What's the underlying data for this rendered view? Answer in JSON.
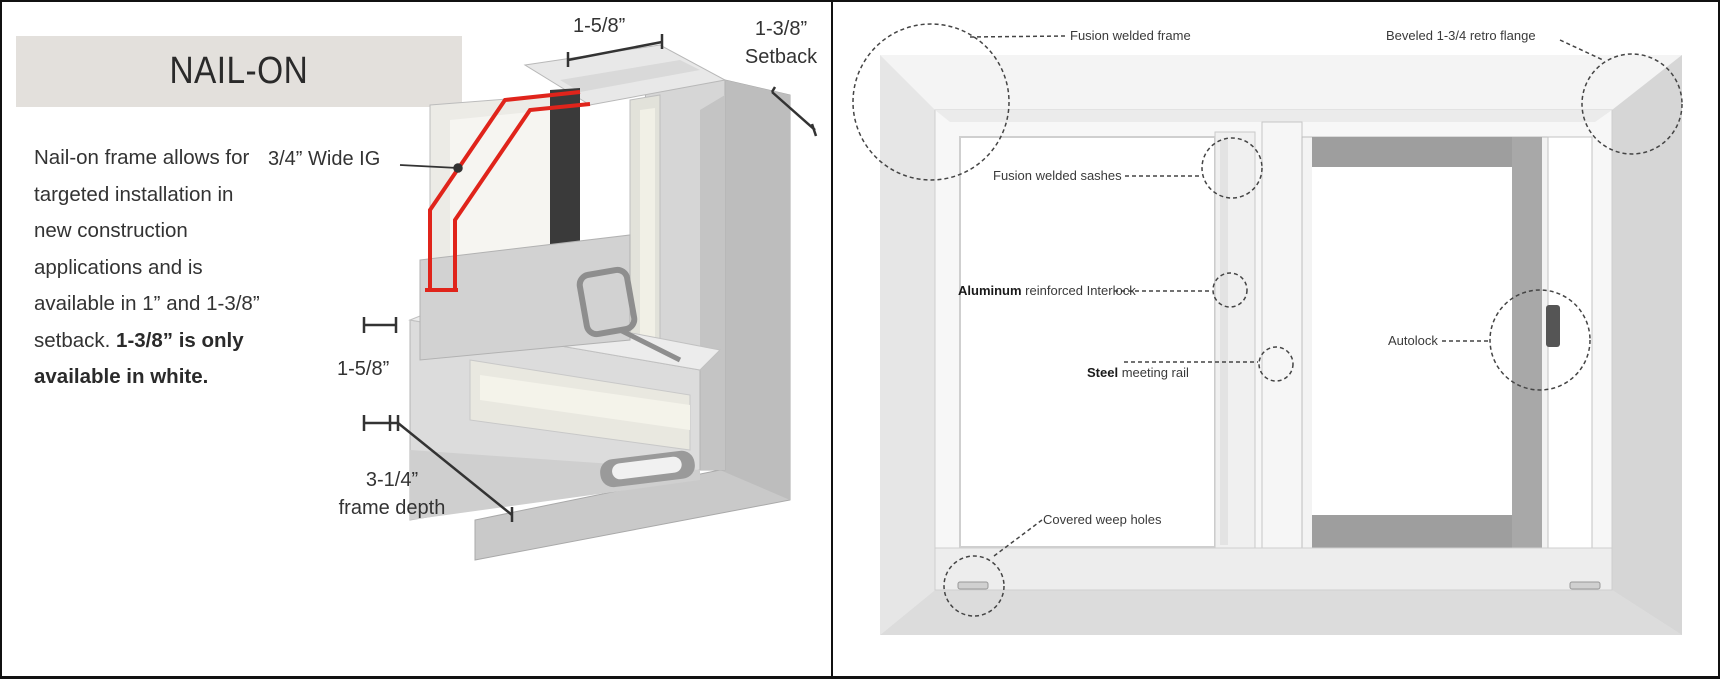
{
  "left": {
    "title": "NAIL-ON",
    "description_parts": [
      "Nail-on frame allows for targeted installation in new construction applications and is available in 1” and 1-3/8” setback. ",
      "1-3/8” is only available in white."
    ],
    "labels": {
      "top_dim": "1-5/8”",
      "setback_dim": "1-3/8”",
      "setback_word": "Setback",
      "ig": "3/4” Wide IG",
      "side_dim": "1-5/8”",
      "depth_dim": "3-1/4”",
      "depth_word": "frame depth"
    },
    "highlight_color": "#e0241b"
  },
  "right": {
    "callouts": {
      "fusion_frame": "Fusion welded frame",
      "retro_flange": "Beveled 1-3/4 retro flange",
      "fusion_sashes": "Fusion welded sashes",
      "interlock_bold": "Aluminum",
      "interlock_rest": " reinforced Interlock",
      "autolock": "Autolock",
      "rail_bold": "Steel",
      "rail_rest": " meeting rail",
      "weep": "Covered weep holes"
    }
  }
}
